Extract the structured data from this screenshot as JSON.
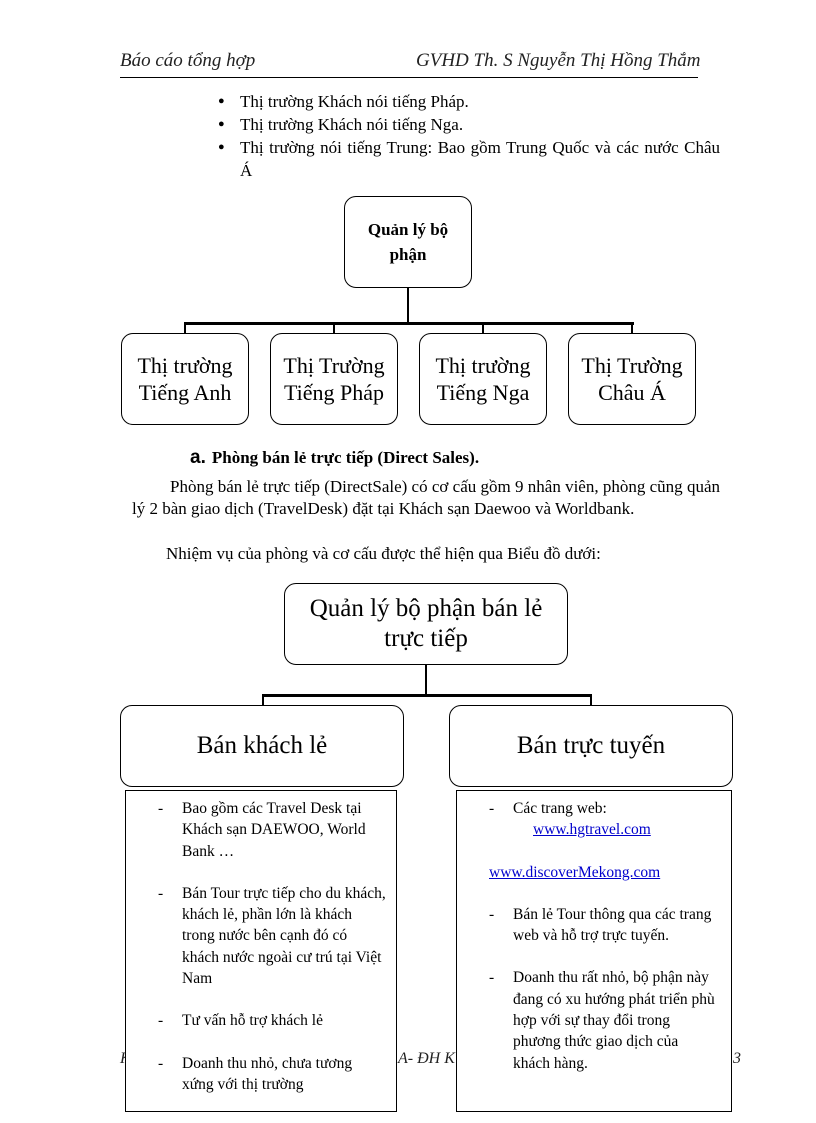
{
  "header": {
    "left": "Báo cáo tổng hợp",
    "right": "GVHD Th. S Nguyễn Thị Hồng Thắm"
  },
  "bullets": [
    "Thị trường Khách nói tiếng Pháp.",
    "Thị trường Khách nói tiếng Nga.",
    "Thị trường nói tiếng Trung: Bao gồm Trung Quốc và các nước Châu Á"
  ],
  "org1": {
    "top": "Quản lý bộ phận",
    "children": [
      "Thị trường Tiếng Anh",
      "Thị Trường Tiếng Pháp",
      "Thị trường Tiếng Nga",
      "Thị Trường Châu Á"
    ]
  },
  "section_a": {
    "marker": "a.",
    "title": "Phòng bán lẻ trực tiếp (Direct Sales).",
    "para1": "Phòng bán lẻ trực tiếp (DirectSale) có cơ cấu gồm 9 nhân viên, phòng cũng quản lý 2 bàn giao dịch (TravelDesk) đặt tại Khách sạn Daewoo và Worldbank.",
    "para2": "Nhiệm vụ của phòng và cơ cấu được thể hiện qua Biểu đồ dưới:"
  },
  "org2": {
    "top": "Quản lý bộ phận bán lẻ trực tiếp",
    "left_child": "Bán khách lẻ",
    "right_child": "Bán trực tuyến"
  },
  "left_details": [
    "Bao gồm các Travel Desk tại Khách sạn DAEWOO, World Bank …",
    "Bán Tour trực tiếp cho du khách, khách lẻ, phần lớn là khách trong nước bên cạnh đó có khách nước ngoài cư trú tại Việt Nam",
    "Tư vấn hỗ trợ khách lẻ",
    "Doanh thu nhỏ, chưa tương xứng với thị trường"
  ],
  "right_details": {
    "item1": "Các trang web:",
    "link1": "www.hgtravel.com",
    "link2": "www.discoverMekong.com",
    "item2": "Bán lẻ Tour thông qua các trang web và hỗ trợ trực tuyến.",
    "item3": "Doanh thu rất nhỏ, bộ phận này đang có xu hướng phát triển phù hợp với sự thay đổi trong phương thức giao dịch của khách hàng."
  },
  "footer_fragments": {
    "left": "K",
    "middle": "A- ĐH K",
    "right": "3"
  }
}
